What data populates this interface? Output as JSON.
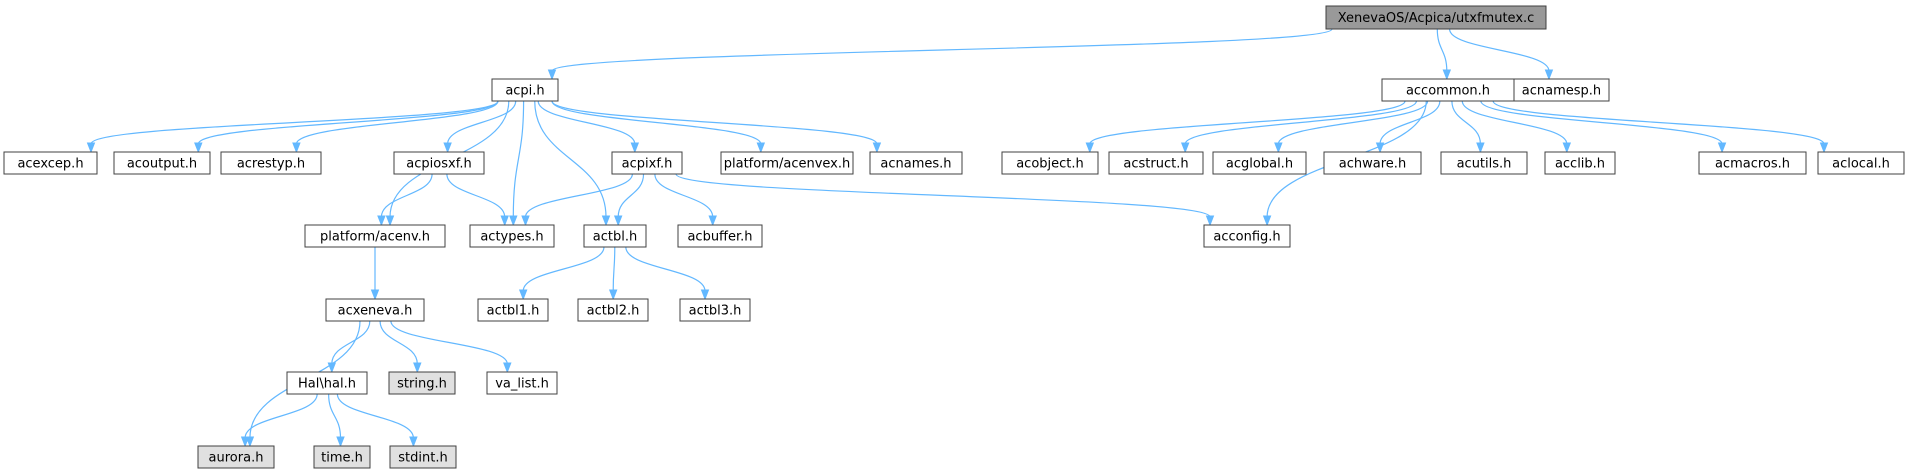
{
  "colors": {
    "root_fill": "#999999",
    "file_fill": "#ffffff",
    "system_fill": "#e0e0e0",
    "border": "#404040",
    "edge": "#63b8ff"
  },
  "nodes": [
    {
      "id": "root",
      "label": "XenevaOS/Acpica/utxfmutex.c",
      "kind": "root"
    },
    {
      "id": "acpi",
      "label": "acpi.h",
      "kind": "file"
    },
    {
      "id": "accommon",
      "label": "accommon.h",
      "kind": "file"
    },
    {
      "id": "acnamesp",
      "label": "acnamesp.h",
      "kind": "file"
    },
    {
      "id": "acexcep",
      "label": "acexcep.h",
      "kind": "file"
    },
    {
      "id": "acoutput",
      "label": "acoutput.h",
      "kind": "file"
    },
    {
      "id": "acrestyp",
      "label": "acrestyp.h",
      "kind": "file"
    },
    {
      "id": "acpiosxf",
      "label": "acpiosxf.h",
      "kind": "file"
    },
    {
      "id": "acpixf",
      "label": "acpixf.h",
      "kind": "file"
    },
    {
      "id": "acenvex",
      "label": "platform/acenvex.h",
      "kind": "file"
    },
    {
      "id": "acnames",
      "label": "acnames.h",
      "kind": "file"
    },
    {
      "id": "acobject",
      "label": "acobject.h",
      "kind": "file"
    },
    {
      "id": "acstruct",
      "label": "acstruct.h",
      "kind": "file"
    },
    {
      "id": "acglobal",
      "label": "acglobal.h",
      "kind": "file"
    },
    {
      "id": "achware",
      "label": "achware.h",
      "kind": "file"
    },
    {
      "id": "acutils",
      "label": "acutils.h",
      "kind": "file"
    },
    {
      "id": "acclib",
      "label": "acclib.h",
      "kind": "file"
    },
    {
      "id": "acmacros",
      "label": "acmacros.h",
      "kind": "file"
    },
    {
      "id": "aclocal",
      "label": "aclocal.h",
      "kind": "file"
    },
    {
      "id": "acenv",
      "label": "platform/acenv.h",
      "kind": "file"
    },
    {
      "id": "actypes",
      "label": "actypes.h",
      "kind": "file"
    },
    {
      "id": "actbl",
      "label": "actbl.h",
      "kind": "file"
    },
    {
      "id": "acbuffer",
      "label": "acbuffer.h",
      "kind": "file"
    },
    {
      "id": "acconfig",
      "label": "acconfig.h",
      "kind": "file"
    },
    {
      "id": "acxeneva",
      "label": "acxeneva.h",
      "kind": "file"
    },
    {
      "id": "actbl1",
      "label": "actbl1.h",
      "kind": "file"
    },
    {
      "id": "actbl2",
      "label": "actbl2.h",
      "kind": "file"
    },
    {
      "id": "actbl3",
      "label": "actbl3.h",
      "kind": "file"
    },
    {
      "id": "halh",
      "label": "Hal\\hal.h",
      "kind": "file"
    },
    {
      "id": "stringh",
      "label": "string.h",
      "kind": "system"
    },
    {
      "id": "valist",
      "label": "va_list.h",
      "kind": "file"
    },
    {
      "id": "aurora",
      "label": "aurora.h",
      "kind": "system"
    },
    {
      "id": "timeh",
      "label": "time.h",
      "kind": "system"
    },
    {
      "id": "stdint",
      "label": "stdint.h",
      "kind": "system"
    }
  ],
  "edges": [
    {
      "from": "root",
      "to": "acpi"
    },
    {
      "from": "root",
      "to": "accommon"
    },
    {
      "from": "root",
      "to": "acnamesp"
    },
    {
      "from": "acpi",
      "to": "acexcep"
    },
    {
      "from": "acpi",
      "to": "acoutput"
    },
    {
      "from": "acpi",
      "to": "acrestyp"
    },
    {
      "from": "acpi",
      "to": "acpiosxf"
    },
    {
      "from": "acpi",
      "to": "acpixf"
    },
    {
      "from": "acpi",
      "to": "acenvex"
    },
    {
      "from": "acpi",
      "to": "acnames"
    },
    {
      "from": "acpi",
      "to": "acenv"
    },
    {
      "from": "acpi",
      "to": "actypes"
    },
    {
      "from": "acpi",
      "to": "actbl"
    },
    {
      "from": "accommon",
      "to": "acobject"
    },
    {
      "from": "accommon",
      "to": "acstruct"
    },
    {
      "from": "accommon",
      "to": "acglobal"
    },
    {
      "from": "accommon",
      "to": "achware"
    },
    {
      "from": "accommon",
      "to": "acutils"
    },
    {
      "from": "accommon",
      "to": "acclib"
    },
    {
      "from": "accommon",
      "to": "acmacros"
    },
    {
      "from": "accommon",
      "to": "aclocal"
    },
    {
      "from": "accommon",
      "to": "acconfig"
    },
    {
      "from": "acpiosxf",
      "to": "acenv"
    },
    {
      "from": "acpiosxf",
      "to": "actypes"
    },
    {
      "from": "acpixf",
      "to": "actypes"
    },
    {
      "from": "acpixf",
      "to": "actbl"
    },
    {
      "from": "acpixf",
      "to": "acbuffer"
    },
    {
      "from": "acpixf",
      "to": "acconfig"
    },
    {
      "from": "acenv",
      "to": "acxeneva"
    },
    {
      "from": "actbl",
      "to": "actbl1"
    },
    {
      "from": "actbl",
      "to": "actbl2"
    },
    {
      "from": "actbl",
      "to": "actbl3"
    },
    {
      "from": "acxeneva",
      "to": "halh"
    },
    {
      "from": "acxeneva",
      "to": "stringh"
    },
    {
      "from": "acxeneva",
      "to": "valist"
    },
    {
      "from": "acxeneva",
      "to": "aurora"
    },
    {
      "from": "halh",
      "to": "aurora"
    },
    {
      "from": "halh",
      "to": "timeh"
    },
    {
      "from": "halh",
      "to": "stdint"
    }
  ]
}
